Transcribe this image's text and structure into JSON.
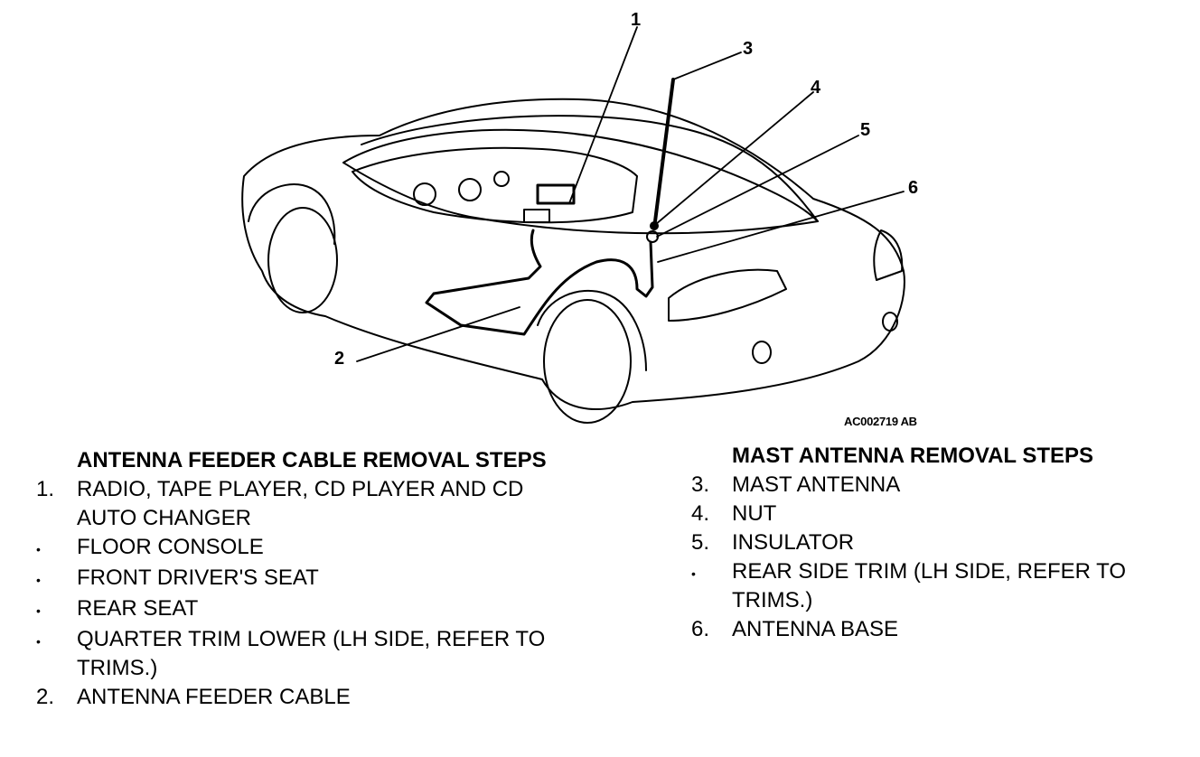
{
  "figure": {
    "code": "AC002719 AB",
    "callouts": [
      "1",
      "2",
      "3",
      "4",
      "5",
      "6"
    ]
  },
  "left_section": {
    "heading": "ANTENNA FEEDER CABLE REMOVAL STEPS",
    "steps": [
      {
        "marker": "1.",
        "text": "RADIO, TAPE PLAYER, CD PLAYER AND CD AUTO CHANGER"
      },
      {
        "marker": "•",
        "text": "FLOOR CONSOLE"
      },
      {
        "marker": "•",
        "text": "FRONT DRIVER'S SEAT"
      },
      {
        "marker": "•",
        "text": "REAR SEAT"
      },
      {
        "marker": "•",
        "text": "QUARTER TRIM LOWER (LH SIDE, REFER TO TRIMS.)"
      },
      {
        "marker": "2.",
        "text": "ANTENNA FEEDER CABLE"
      }
    ]
  },
  "right_section": {
    "heading": "MAST ANTENNA REMOVAL STEPS",
    "steps": [
      {
        "marker": "3.",
        "text": "MAST ANTENNA"
      },
      {
        "marker": "4.",
        "text": "NUT"
      },
      {
        "marker": "5.",
        "text": "INSULATOR"
      },
      {
        "marker": "•",
        "text": "REAR SIDE TRIM (LH SIDE, REFER TO TRIMS.)"
      },
      {
        "marker": "6.",
        "text": "ANTENNA BASE"
      }
    ]
  }
}
